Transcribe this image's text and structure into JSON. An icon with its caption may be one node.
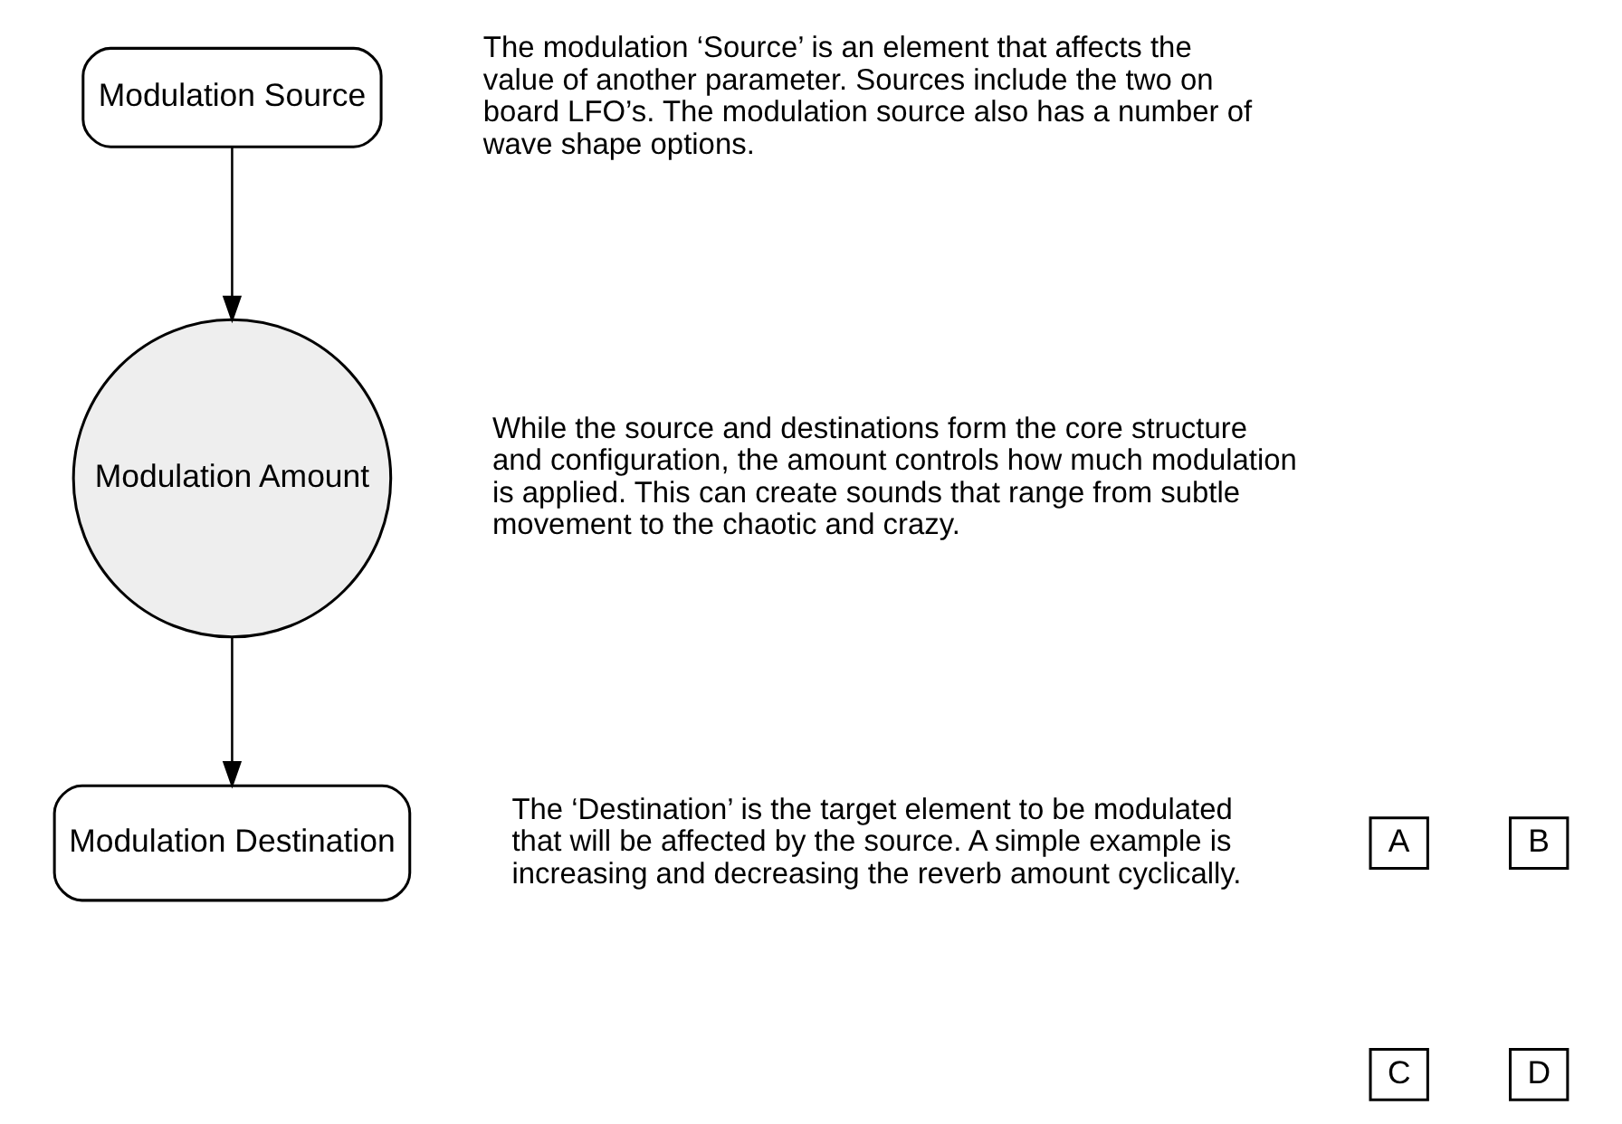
{
  "diagram": {
    "nodes": [
      {
        "text": [
          "Modulation Source"
        ]
      },
      {
        "text": [
          "Modulation Amount"
        ]
      },
      {
        "text": [
          "Modulation Destination"
        ]
      },
      {
        "text": [
          "A"
        ]
      },
      {
        "text": [
          "B"
        ]
      },
      {
        "text": [
          "C"
        ]
      },
      {
        "text": [
          "D"
        ]
      }
    ],
    "edges": [
      {
        "from": 0,
        "to": 1,
        "arrow": "to"
      },
      {
        "from": 1,
        "to": 2,
        "arrow": "to"
      }
    ],
    "labels": [
      "The modulation ‘Source’ is an element that affects the value of another parameter. Sources include the two on board LFO’s. The modulation source also has a number of wave shape options.",
      "While the source and destinations form the core structure and configuration, the amount controls how much modulation is applied. This can create sounds that range from subtle movement to the chaotic and crazy.",
      "The ‘Destination’ is the target element to be modulated that will be affected by the source. A simple example is increasing and decreasing the reverb amount cyclically."
    ]
  }
}
